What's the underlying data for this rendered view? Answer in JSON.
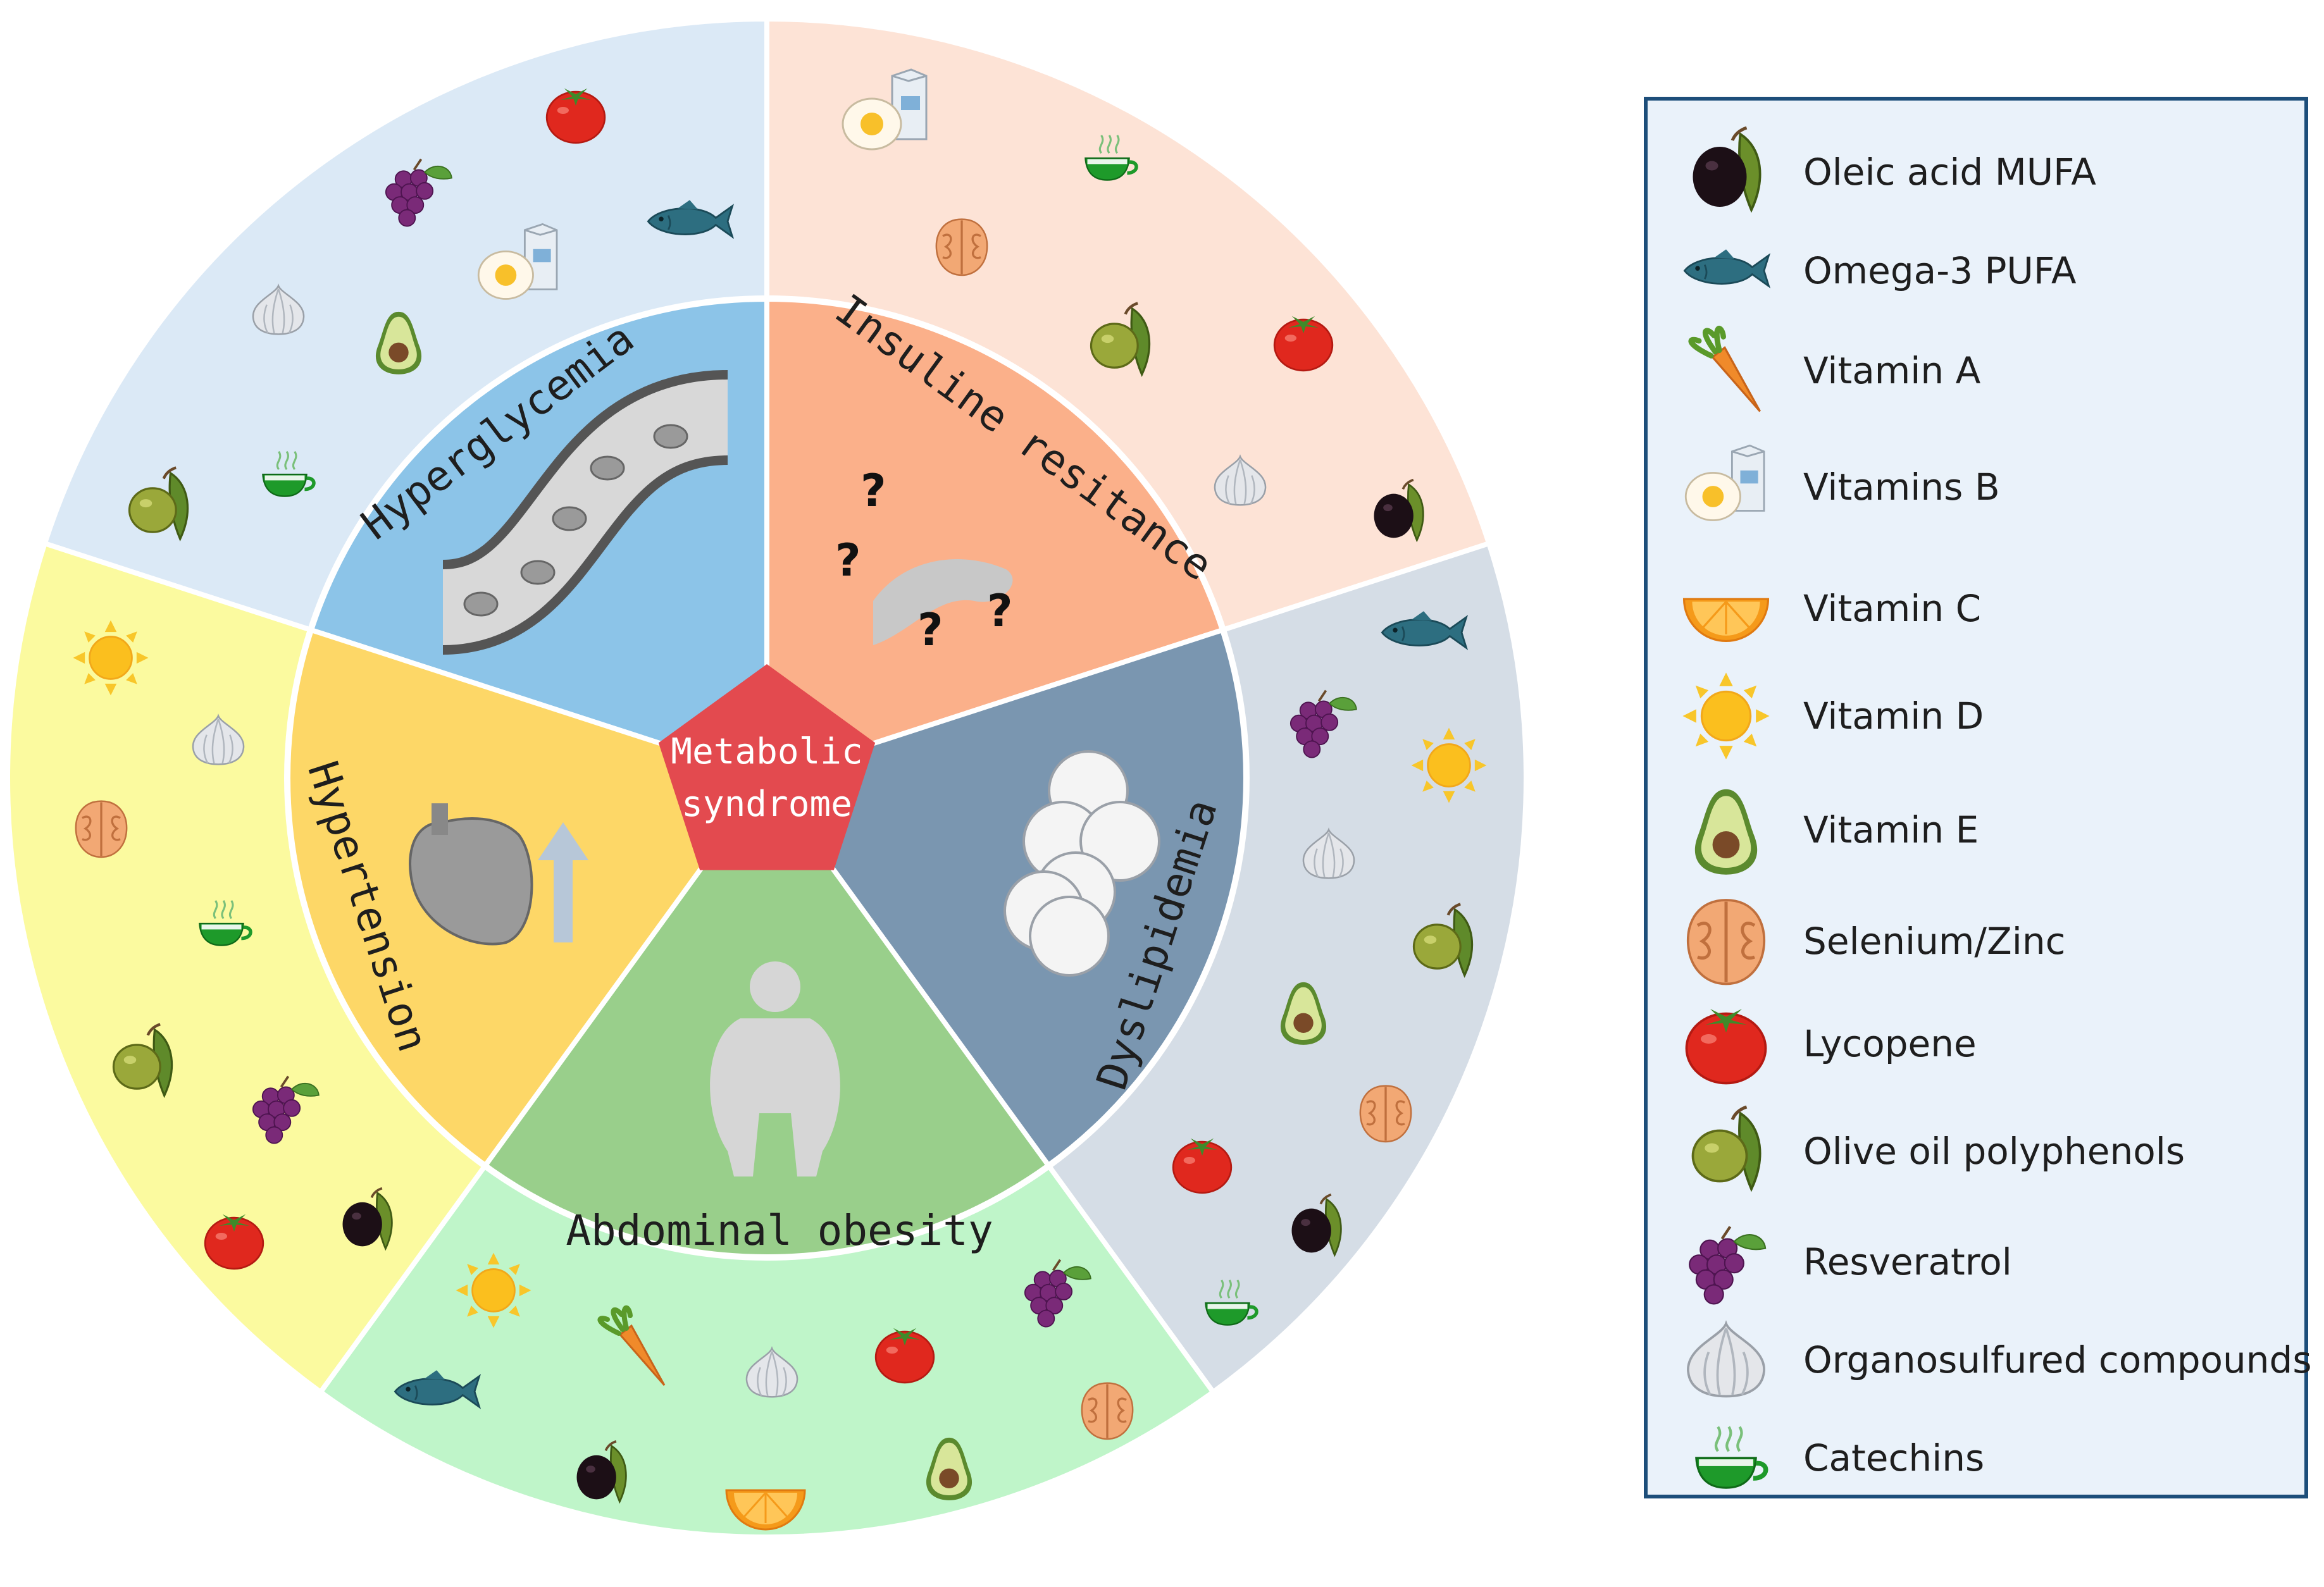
{
  "center": {
    "line1": "Metabolic",
    "line2": "syndrome"
  },
  "segments": [
    {
      "label": "Hyperglycemia",
      "inner": "#8cc4e8",
      "outer": "#dbe9f6"
    },
    {
      "label": "Insuline resitance",
      "inner": "#fbb08a",
      "outer": "#fde3d6"
    },
    {
      "label": "Dyslipidemia",
      "inner": "#7a96b0",
      "outer": "#d5dde6"
    },
    {
      "label": "Abdominal obesity",
      "inner": "#99cf8b",
      "outer": "#bff5c9"
    },
    {
      "label": "Hypertension",
      "inner": "#fdd767",
      "outer": "#fbfa9f"
    }
  ],
  "legend": {
    "items": [
      {
        "icon": "olive-black-icon",
        "label": "Oleic acid MUFA"
      },
      {
        "icon": "fish-icon",
        "label": "Omega-3 PUFA"
      },
      {
        "icon": "carrot-icon",
        "label": "Vitamin A"
      },
      {
        "icon": "egg-milk-icon",
        "label": "Vitamins B"
      },
      {
        "icon": "orange-slice-icon",
        "label": "Vitamin C"
      },
      {
        "icon": "sun-icon",
        "label": "Vitamin D"
      },
      {
        "icon": "avocado-icon",
        "label": "Vitamin E"
      },
      {
        "icon": "walnut-icon",
        "label": "Selenium/Zinc"
      },
      {
        "icon": "tomato-icon",
        "label": "Lycopene"
      },
      {
        "icon": "olive-green-icon",
        "label": "Olive oil polyphenols"
      },
      {
        "icon": "grapes-icon",
        "label": "Resveratrol"
      },
      {
        "icon": "garlic-icon",
        "label": "Organosulfured compounds"
      },
      {
        "icon": "tea-cup-icon",
        "label": "Catechins"
      }
    ]
  },
  "colors": {
    "center": "#e34a4f",
    "legend_border": "#1d4e7a",
    "legend_bg": "#eaf2fa"
  }
}
